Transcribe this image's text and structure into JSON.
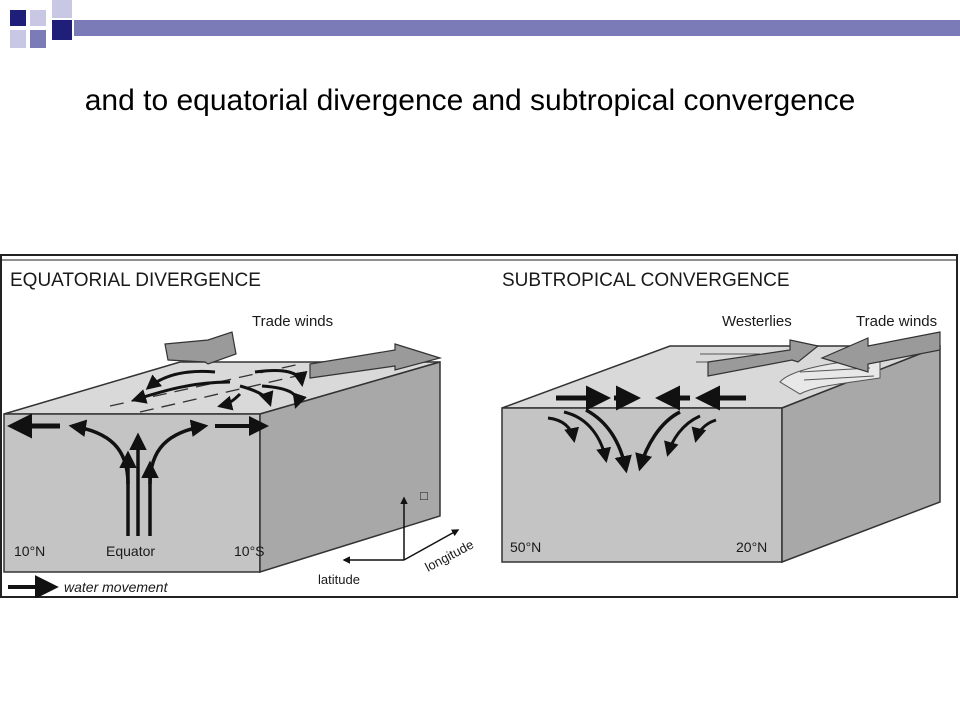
{
  "slide": {
    "title": "and to equatorial divergence and subtropical convergence"
  },
  "theme": {
    "accent_dark": "#1f1f7a",
    "accent_mid": "#7b7bb8",
    "accent_light": "#c8c8e4",
    "block_fill": "#c8c8c8",
    "arrow_fill": "#9a9a9a"
  },
  "diagram": {
    "left_panel": {
      "title": "EQUATORIAL DIVERGENCE",
      "wind_label": "Trade winds",
      "lat_left": "10°N",
      "center_label": "Equator",
      "lat_right": "10°S"
    },
    "right_panel": {
      "title": "SUBTROPICAL CONVERGENCE",
      "wind_label_left": "Westerlies",
      "wind_label_right": "Trade winds",
      "lat_left": "50°N",
      "lat_right": "20°N"
    },
    "axes": {
      "latitude": "latitude",
      "longitude": "longitude",
      "up_marker": "□"
    },
    "legend": {
      "label": "water movement"
    }
  }
}
